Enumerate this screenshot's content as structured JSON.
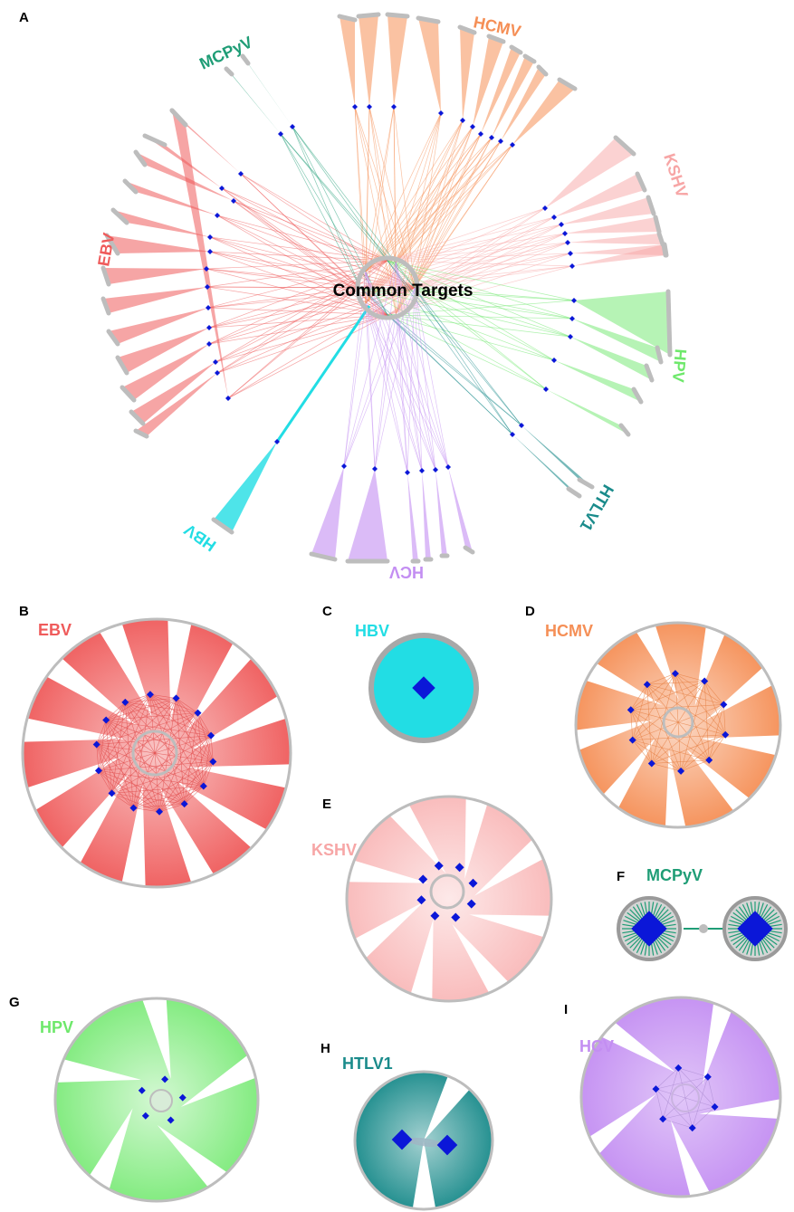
{
  "panels": {
    "A": "A",
    "B": "B",
    "C": "C",
    "D": "D",
    "E": "E",
    "F": "F",
    "G": "G",
    "H": "H",
    "I": "I"
  },
  "center_label": "Common Targets",
  "viruses": {
    "EBV": {
      "label": "EBV",
      "color": "#ef5b5b"
    },
    "HBV": {
      "label": "HBV",
      "color": "#22dde4"
    },
    "HCMV": {
      "label": "HCMV",
      "color": "#f58f56"
    },
    "KSHV": {
      "label": "KSHV",
      "color": "#f7a6a6"
    },
    "MCPyV": {
      "label": "MCPyV",
      "color": "#1f9d76"
    },
    "HPV": {
      "label": "HPV",
      "color": "#6ee86b"
    },
    "HTLV1": {
      "label": "HTLV1",
      "color": "#1a8b8b"
    },
    "HCV": {
      "label": "HCV",
      "color": "#c38ef2"
    }
  },
  "node_color": "#0b17d8",
  "hub_color": "#bdbdbd"
}
